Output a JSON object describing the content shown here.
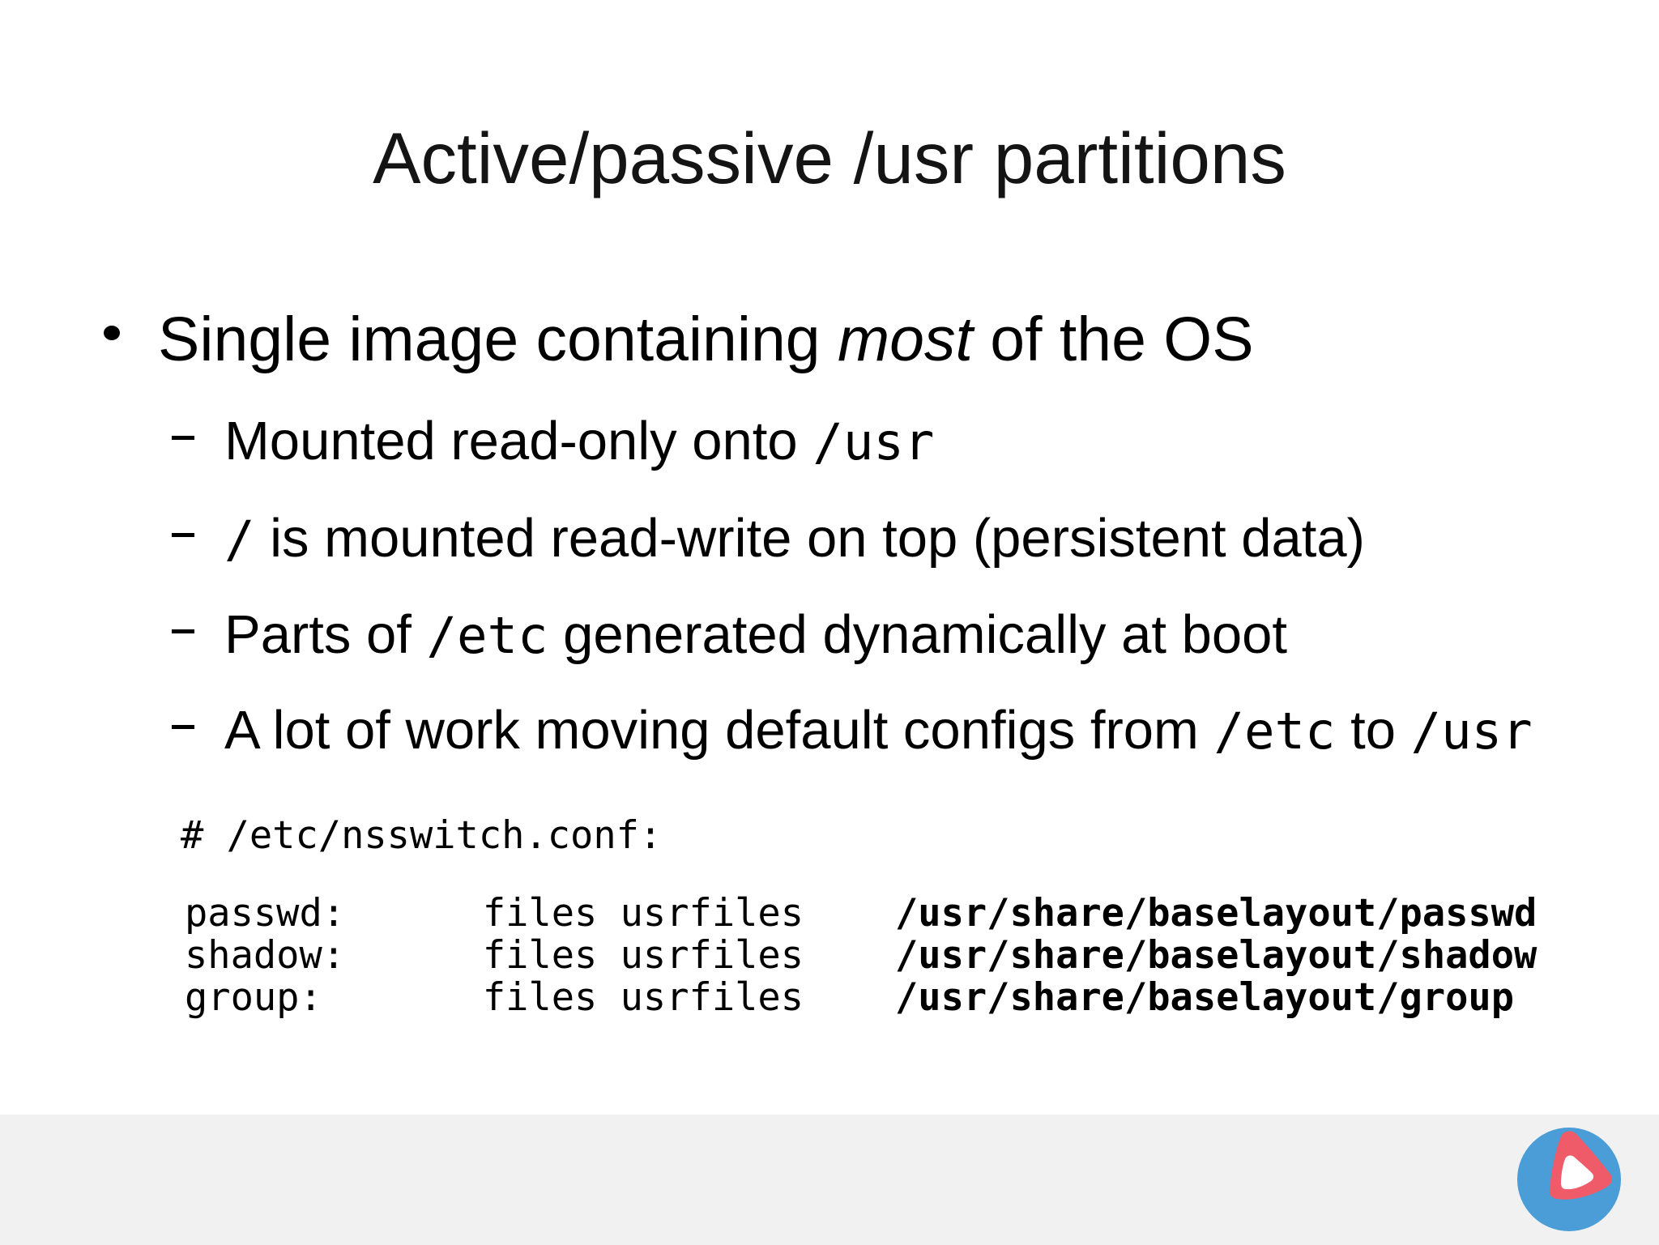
{
  "slide": {
    "title": "Active/passive /usr partitions",
    "main_bullet": {
      "pre": "Single image containing ",
      "emphasis": "most",
      "post": " of the OS"
    },
    "sub_bullets": [
      {
        "s0": "Mounted read-only onto ",
        "s1": "/usr"
      },
      {
        "s0": "/",
        "s1": " is mounted read-write on top (persistent data)"
      },
      {
        "s0": "Parts of ",
        "s1": "/etc",
        "s2": " generated dynamically at boot"
      },
      {
        "s0": "A lot of work moving default configs from ",
        "s1": "/etc",
        "s2": " to ",
        "s3": "/usr"
      }
    ],
    "code_block": {
      "comment": "# /etc/nsswitch.conf:",
      "rows": [
        {
          "left": "passwd:      files usrfiles",
          "path": "/usr/share/baselayout/passwd"
        },
        {
          "left": "shadow:      files usrfiles",
          "path": "/usr/share/baselayout/shadow"
        },
        {
          "left": "group:       files usrfiles",
          "path": "/usr/share/baselayout/group"
        }
      ]
    },
    "footer": {
      "background": "#f1f1f2"
    },
    "logo": {
      "circle_color": "#4A9DD6",
      "shape_color": "#F05B69",
      "inner_color": "#FFFFFF"
    }
  }
}
